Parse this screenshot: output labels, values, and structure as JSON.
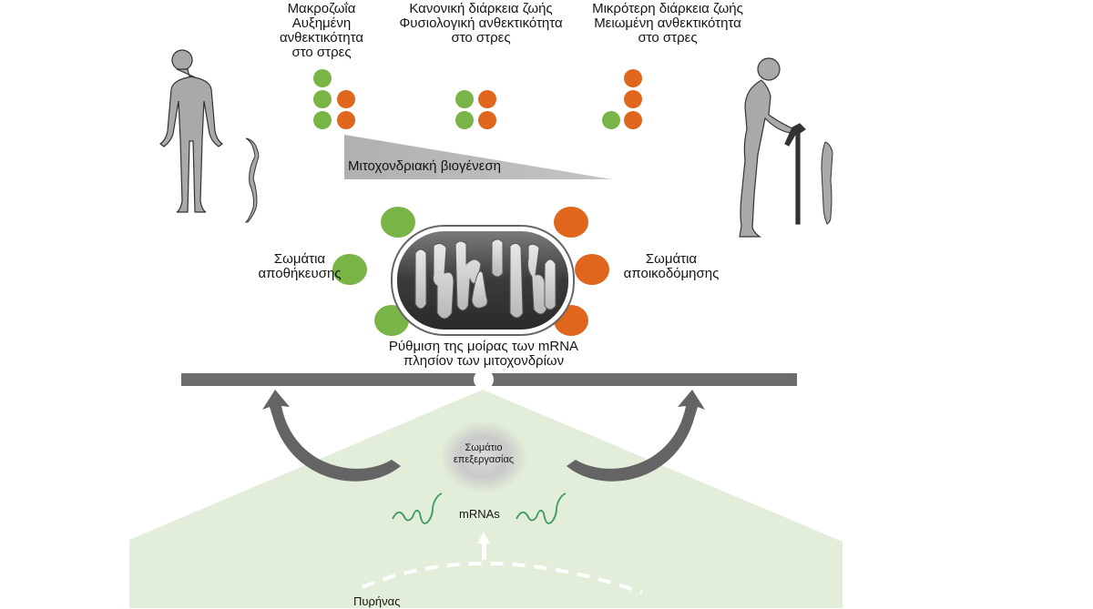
{
  "columns": [
    {
      "lines": [
        "Μακροζωΐα",
        "Αυξημένη",
        "ανθεκτικότητα",
        "στο στρες"
      ]
    },
    {
      "lines": [
        "Κανονική διάρκεια ζωής",
        "Φυσιολογική ανθεκτικότητα",
        "στο στρες"
      ]
    },
    {
      "lines": [
        "Μικρότερη διάρκεια ζωής",
        "Μειωμένη ανθεκτικότητα",
        "στο στρες"
      ]
    }
  ],
  "dot_groups": [
    {
      "name": "longevity",
      "green": 3,
      "orange": 2
    },
    {
      "name": "normal",
      "green": 2,
      "orange": 2
    },
    {
      "name": "short",
      "green": 1,
      "orange": 3
    }
  ],
  "biogenesis_label": "Μιτοχονδριακή βιογένεση",
  "storage_label": [
    "Σωμάτια",
    "αποθήκευσης"
  ],
  "degradation_label": [
    "Σωμάτια",
    "αποικοδόμησης"
  ],
  "regulation_label": [
    "Ρύθμιση της μοίρας των mRNA",
    "πλησίον των μιτοχονδρίων"
  ],
  "processing_body_label": [
    "Σωμάτιο",
    "επεξεργασίας"
  ],
  "mrnas_label": "mRNAs",
  "nucleus_label": "Πυρήνας",
  "colors": {
    "green": "#78b446",
    "orange": "#df661c",
    "membrane": "#6e6b6b",
    "cytoplasm": "#e2eed9",
    "figure_gray": "#a9a9a9",
    "mrna": "#3a9a5e"
  }
}
